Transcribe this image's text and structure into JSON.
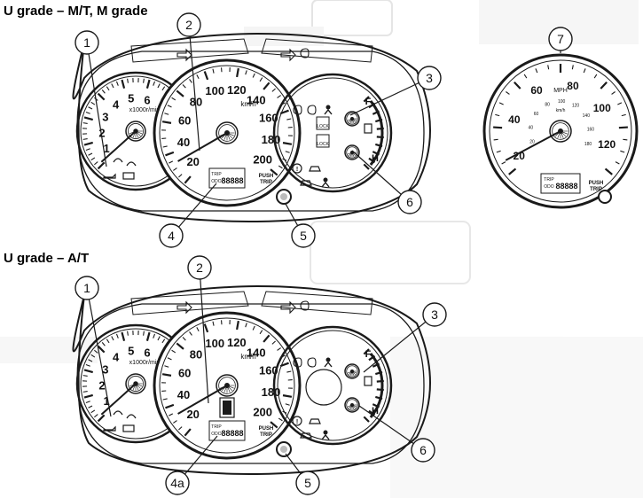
{
  "sections": [
    {
      "heading": "U grade – M/T, M grade"
    },
    {
      "heading": "U grade – A/T"
    }
  ],
  "tachometer": {
    "ticks": [
      "1",
      "2",
      "3",
      "4",
      "5",
      "6"
    ],
    "unit": "x1000r/min"
  },
  "speedometer": {
    "ticks": [
      "20",
      "40",
      "60",
      "80",
      "100",
      "120",
      "140",
      "160",
      "180",
      "200"
    ],
    "unit": "km/h"
  },
  "odometer": {
    "trip_label": "TRIP",
    "odo_label": "ODO",
    "digits": "88888"
  },
  "push_trip": {
    "line1": "PUSH",
    "line2": "TRIP"
  },
  "gauges": {
    "fuel_full": "F",
    "temp_hot": "H"
  },
  "shift_indicator": {
    "lock": "LOCK"
  },
  "mph_gauge": {
    "ticks": [
      "20",
      "40",
      "60",
      "80",
      "100",
      "120"
    ],
    "unit": "MPH",
    "inner_ticks": [
      "20",
      "40",
      "60",
      "80",
      "100",
      "120",
      "140",
      "160",
      "180"
    ],
    "inner_unit": "km/h"
  },
  "callouts": {
    "top": [
      "1",
      "2",
      "3",
      "4",
      "5",
      "6"
    ],
    "right": "7",
    "bottom": [
      "1",
      "2",
      "3",
      "4a",
      "5",
      "6"
    ]
  },
  "stroke_color": "#1a1a1a",
  "ghost_color": "#c8c8c8"
}
